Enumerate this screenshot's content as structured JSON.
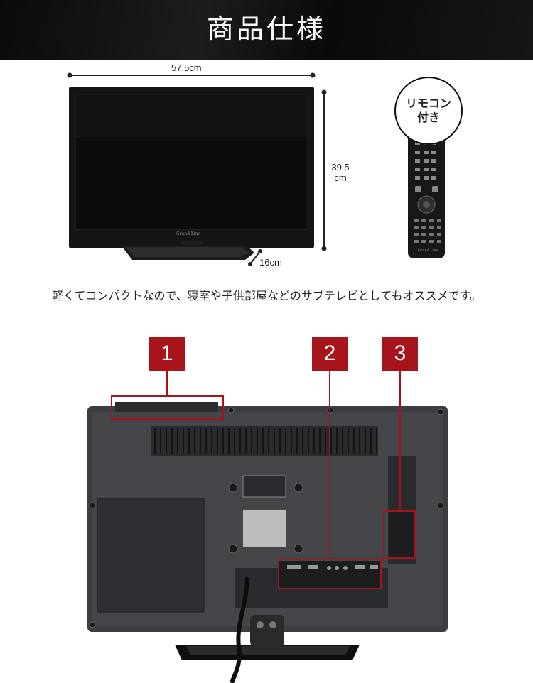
{
  "header": {
    "title": "商品仕様"
  },
  "dimensions": {
    "width": "57.5cm",
    "height_value": "39.5",
    "height_unit": "cm",
    "depth": "16cm"
  },
  "tv_brand": "Grand Line",
  "remote": {
    "badge_line1": "リモコン",
    "badge_line2": "付き",
    "brand": "Grand Line"
  },
  "caption": "軽くてコンパクトなので、寝室や子供部屋などのサブテレビとしてもオススメです。",
  "callouts": [
    {
      "label": "1"
    },
    {
      "label": "2"
    },
    {
      "label": "3"
    }
  ],
  "colors": {
    "header_bg": "#111111",
    "callout_red": "#a8141b"
  }
}
